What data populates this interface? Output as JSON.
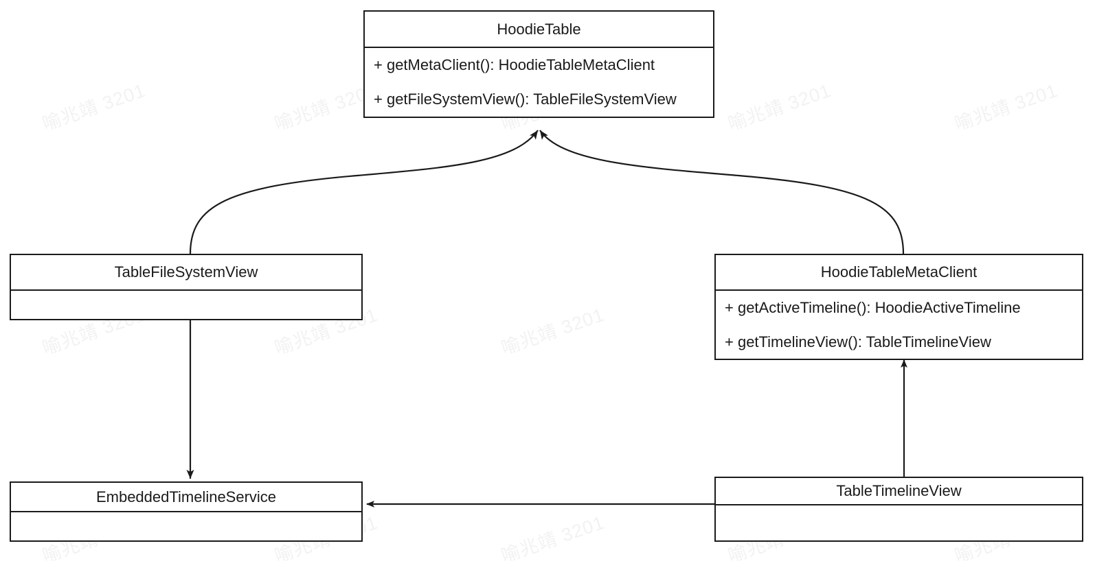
{
  "diagram": {
    "type": "uml-class-diagram",
    "background_color": "#ffffff",
    "line_color": "#1a1a1a",
    "text_color": "#1a1a1a",
    "watermark": {
      "text": "喻兆靖 3201",
      "color": "#f2f2f2",
      "rotation_deg": -19
    },
    "classes": [
      {
        "id": "hoodie-table",
        "name": "HoodieTable",
        "members": [
          "+ getMetaClient(): HoodieTableMetaClient",
          "+ getFileSystemView(): TableFileSystemView"
        ]
      },
      {
        "id": "table-file-system-view",
        "name": "TableFileSystemView",
        "members": []
      },
      {
        "id": "hoodie-table-meta-client",
        "name": "HoodieTableMetaClient",
        "members": [
          "+ getActiveTimeline(): HoodieActiveTimeline",
          "+ getTimelineView(): TableTimelineView"
        ]
      },
      {
        "id": "embedded-timeline-service",
        "name": "EmbeddedTimelineService",
        "members": []
      },
      {
        "id": "table-timeline-view",
        "name": "TableTimelineView",
        "members": []
      }
    ],
    "relationships": [
      {
        "id": "rel-tfsv-to-hoodietable",
        "from": "TableFileSystemView",
        "to": "HoodieTable",
        "style": "curved",
        "arrowhead": "filled-triangle"
      },
      {
        "id": "rel-htmc-to-hoodietable",
        "from": "HoodieTableMetaClient",
        "to": "HoodieTable",
        "style": "curved",
        "arrowhead": "filled-triangle"
      },
      {
        "id": "rel-tfsv-to-ets",
        "from": "TableFileSystemView",
        "to": "EmbeddedTimelineService",
        "style": "straight-vertical",
        "arrowhead": "filled-triangle"
      },
      {
        "id": "rel-ttv-to-htmc",
        "from": "TableTimelineView",
        "to": "HoodieTableMetaClient",
        "style": "straight-vertical",
        "arrowhead": "open-triangle"
      },
      {
        "id": "rel-ttv-to-ets",
        "from": "TableTimelineView",
        "to": "EmbeddedTimelineService",
        "style": "straight-horizontal",
        "arrowhead": "open-triangle"
      }
    ]
  }
}
